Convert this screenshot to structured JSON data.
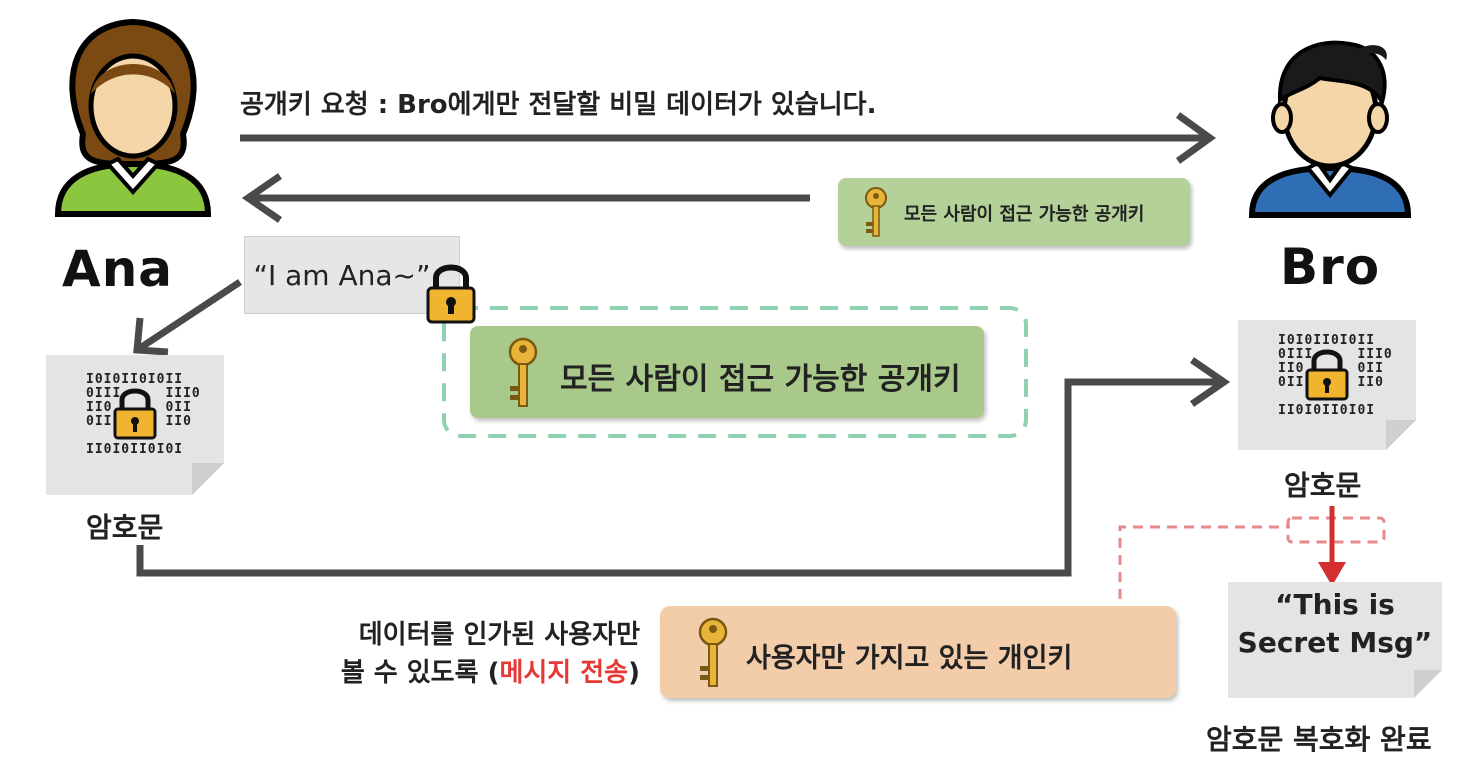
{
  "actors": {
    "sender": "Ana",
    "receiver": "Bro"
  },
  "request": {
    "text": "공개키 요청 : Bro에게만 전달할 비밀 데이터가 있습니다."
  },
  "public_key_small": {
    "label": "모든 사람이 접근 가능한 공개키"
  },
  "public_key_large": {
    "label": "모든 사람이 접근 가능한 공개키"
  },
  "plaintext": {
    "text": "“I am Ana~”"
  },
  "ciphertext_left": {
    "caption": "암호문",
    "bits": [
      "I0I0II0I0II",
      "0III",
      "III0",
      "II0",
      "0II",
      "0II",
      "II0",
      "II0I0II0I0I"
    ]
  },
  "ciphertext_right": {
    "caption": "암호문",
    "bits": [
      "I0I0II0I0II",
      "0III",
      "III0",
      "II0",
      "0II",
      "0II",
      "II0",
      "II0I0II0I0I"
    ]
  },
  "note": {
    "line1": "데이터를 인가된 사용자만",
    "line2_prefix": "볼 수 있도록 (",
    "line2_highlight": "메시지 전송",
    "line2_suffix": ")"
  },
  "private_key": {
    "label": "사용자만 가지고 있는 개인키"
  },
  "decrypted": {
    "line1": "“This is",
    "line2": "Secret Msg”",
    "caption": "암호문 복호화 완료"
  },
  "colors": {
    "arrow": "#4a4a4a",
    "green_box": "#a9c98b",
    "orange_box": "#f3ccaa",
    "highlight_red": "#e53935",
    "key_gold": "#e9b43a",
    "dashed_green": "#8fd1b0",
    "dashed_red": "#e88a8a"
  }
}
